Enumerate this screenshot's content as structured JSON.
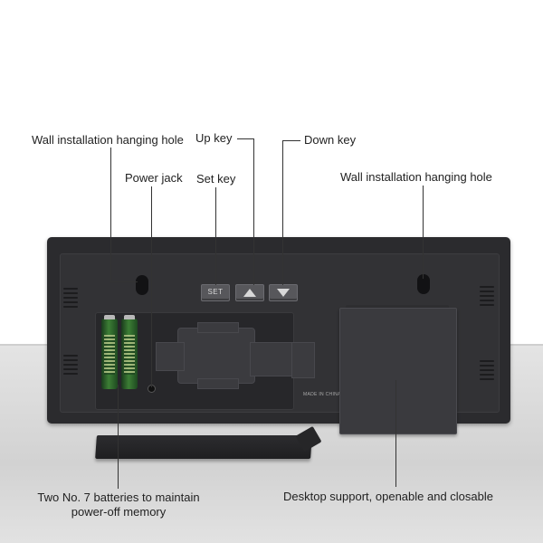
{
  "labels": {
    "wall_hole_left": "Wall installation hanging hole",
    "up_key": "Up key",
    "down_key": "Down key",
    "power_jack": "Power jack",
    "set_key": "Set key",
    "wall_hole_right": "Wall installation hanging hole",
    "batteries_line1": "Two No. 7 batteries to maintain",
    "batteries_line2": "power-off memory",
    "desktop_support": "Desktop support, openable and closable"
  },
  "device": {
    "set_key_text": "SET",
    "made_in": "MADE IN CHINA"
  },
  "icons": {
    "up_key": "triangle-up-icon",
    "down_key": "triangle-down-icon"
  }
}
